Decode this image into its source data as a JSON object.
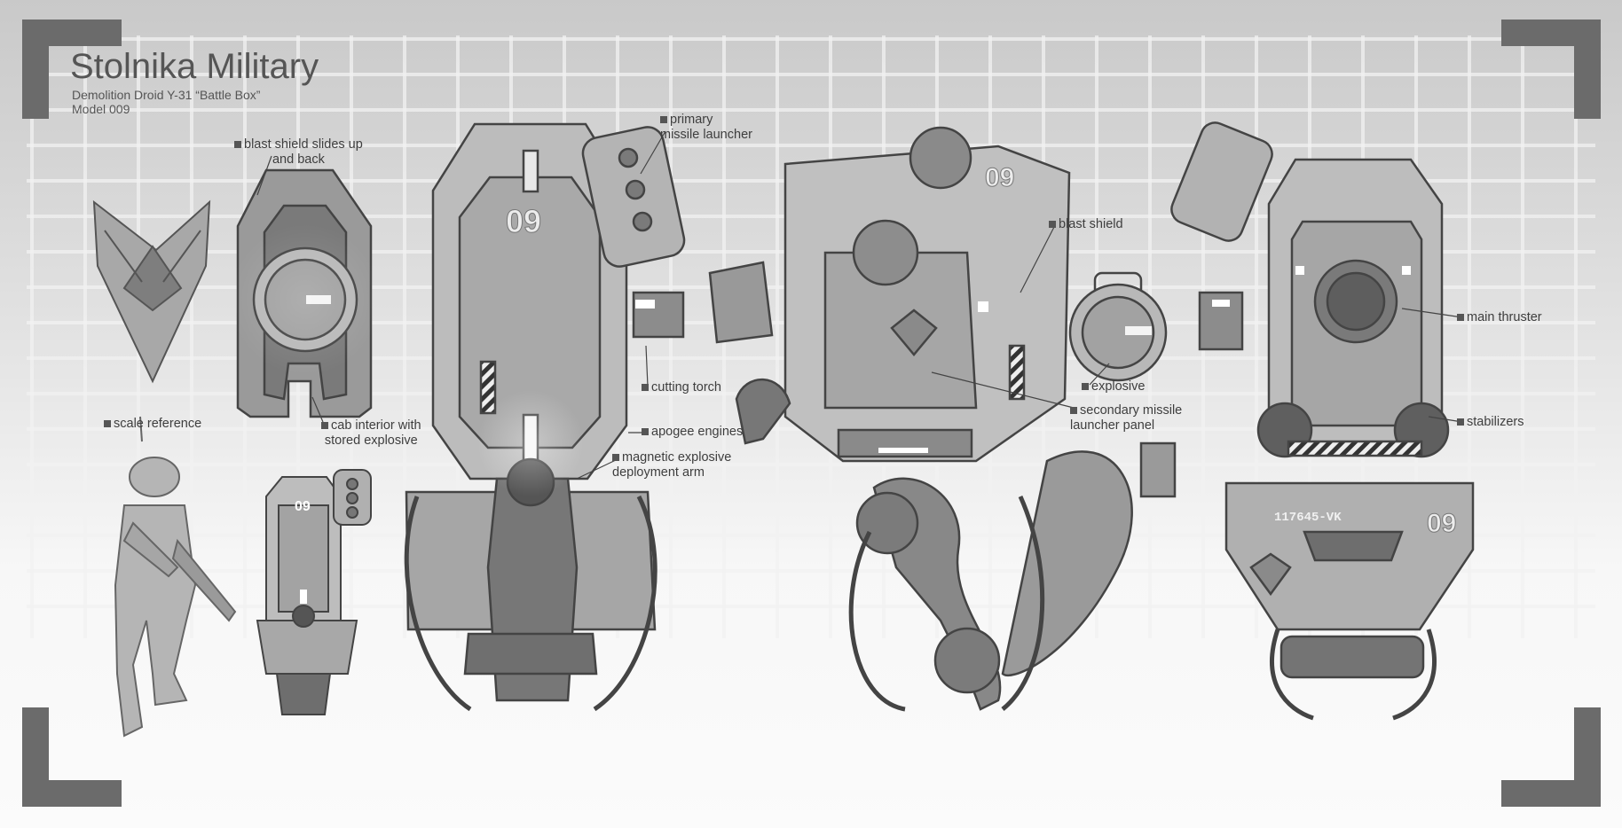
{
  "header": {
    "title": "Stolnika Military",
    "subtitle": "Demolition Droid Y-31 “Battle Box”",
    "model": "Model 009"
  },
  "callouts": [
    {
      "id": "blast-shield-slides",
      "text": "blast shield slides up\nand back"
    },
    {
      "id": "cab-interior",
      "text": "cab interior with\nstored explosive"
    },
    {
      "id": "scale-reference",
      "text": "scale reference"
    },
    {
      "id": "primary-missile-launcher",
      "text": "primary\nmissile launcher"
    },
    {
      "id": "cutting-torch",
      "text": "cutting torch"
    },
    {
      "id": "apogee-engines",
      "text": "apogee engines"
    },
    {
      "id": "magnetic-arm",
      "text": "magnetic explosive\ndeployment arm"
    },
    {
      "id": "blast-shield",
      "text": "blast shield"
    },
    {
      "id": "explosive",
      "text": "explosive"
    },
    {
      "id": "secondary-missile",
      "text": "secondary missile\nlauncher panel"
    },
    {
      "id": "main-thruster",
      "text": "main thruster"
    },
    {
      "id": "stabilizers",
      "text": "stabilizers"
    }
  ],
  "markings": {
    "unit_number": "09",
    "serial": "117645-VK"
  },
  "colors": {
    "frame": "#6b6b6b",
    "ink": "#3a3a3a",
    "grid_line": "#f2f2f2",
    "metal_light": "#c4c4c4",
    "metal_mid": "#a4a4a4",
    "metal_dark": "#6e6e6e"
  }
}
